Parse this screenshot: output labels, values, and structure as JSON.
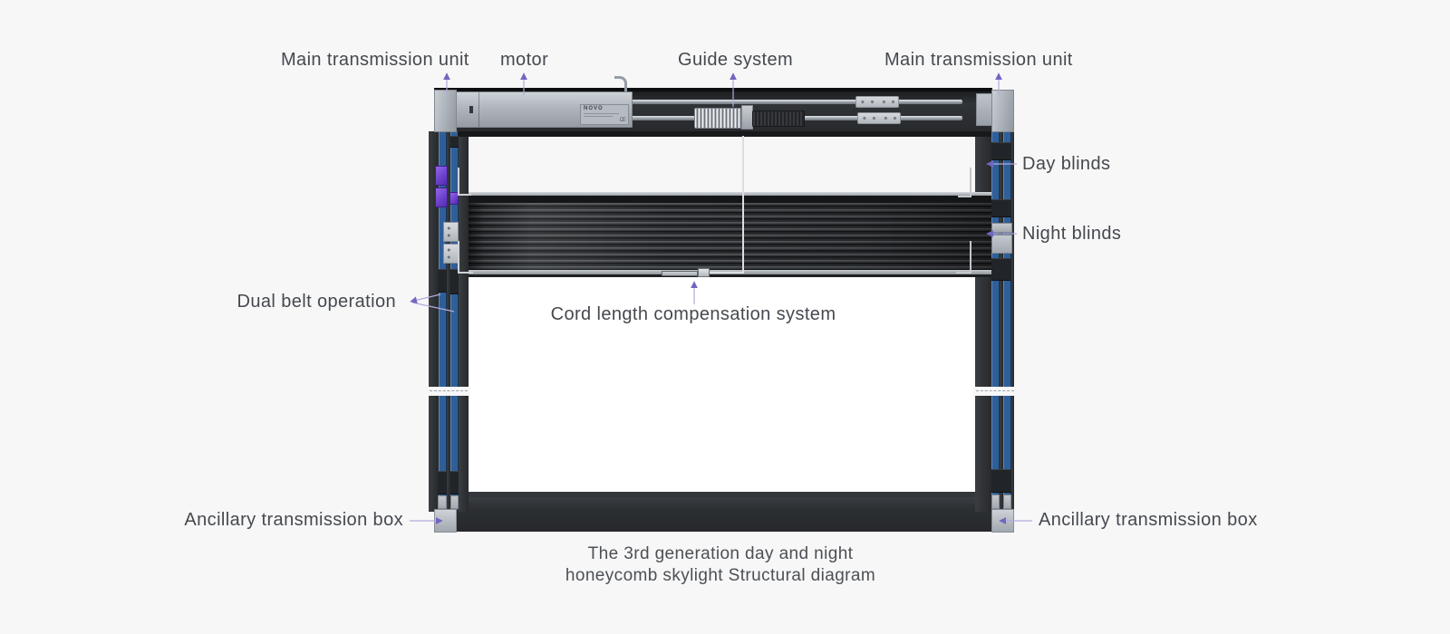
{
  "diagram": {
    "labels": {
      "mtu_left": "Main transmission unit",
      "motor": "motor",
      "guide_system": "Guide system",
      "mtu_right": "Main transmission unit",
      "day_blinds": "Day blinds",
      "night_blinds": "Night blinds",
      "dual_belt": "Dual belt operation",
      "cord_comp": "Cord length compensation system",
      "ancillary_left": "Ancillary transmission box",
      "ancillary_right": "Ancillary transmission box"
    },
    "caption": {
      "line1": "The 3rd generation day and night",
      "line2": "honeycomb skylight Structural diagram"
    },
    "motor_plate": {
      "brand": "NOVO",
      "ce_mark": "CE"
    },
    "colors": {
      "belt_blue": "#2f5f98",
      "connector_purple": "#6d42cc",
      "leader_line": "#b2aadc",
      "leader_arrow": "#7166bf",
      "frame_dark": "#27292c",
      "label_text": "#45494e"
    }
  }
}
